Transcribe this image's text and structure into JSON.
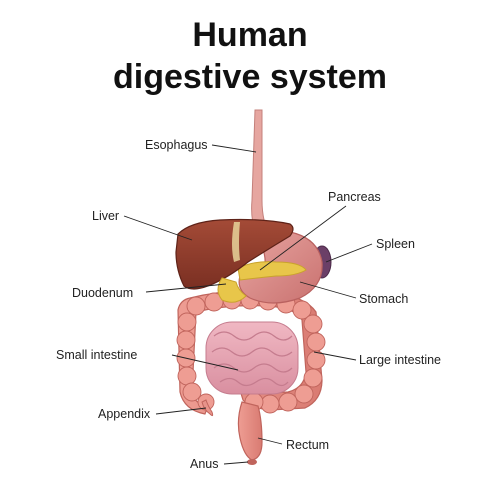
{
  "title": {
    "line1": "Human",
    "line2": "digestive system"
  },
  "labels": {
    "esophagus": "Esophagus",
    "liver": "Liver",
    "pancreas": "Pancreas",
    "spleen": "Spleen",
    "duodenum": "Duodenum",
    "stomach": "Stomach",
    "small_intestine": "Small intestine",
    "large_intestine": "Large intestine",
    "appendix": "Appendix",
    "rectum": "Rectum",
    "anus": "Anus"
  },
  "stock_id": "130974237",
  "colors": {
    "liver": "#8e3a2a",
    "stomach": "#d98a86",
    "intestine": "#e7938a",
    "small_intestine": "#e6a7b4",
    "pancreas": "#e8c64a",
    "spleen": "#6b3f67",
    "esophagus": "#e6a6a0"
  }
}
